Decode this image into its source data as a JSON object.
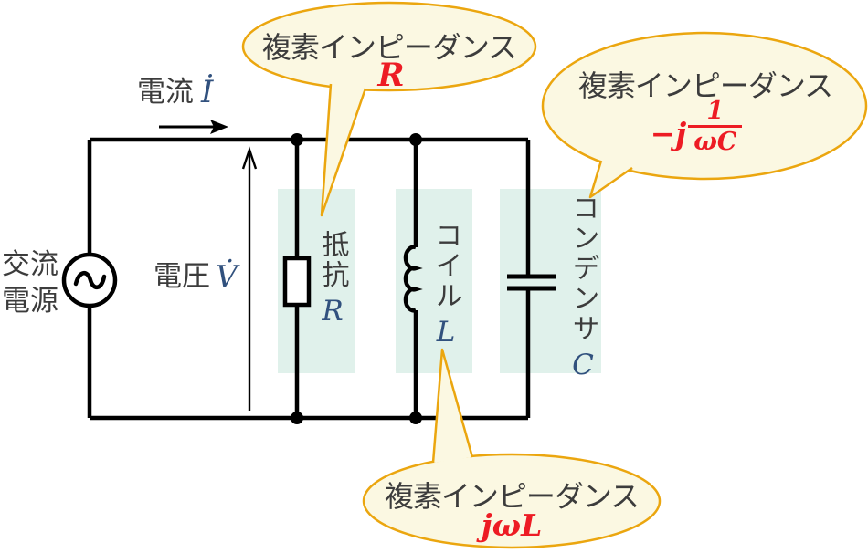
{
  "figure": {
    "type": "circuit-diagram",
    "description_visible_text_only": true
  },
  "source": {
    "line1": "交流",
    "line2": "電源"
  },
  "current": {
    "label": "電流",
    "symbol": "İ"
  },
  "voltage": {
    "label": "電圧",
    "symbol": "V̇"
  },
  "components": {
    "resistor": {
      "label": "抵抗",
      "symbol": "R"
    },
    "inductor": {
      "label": "コイル",
      "symbol": "L"
    },
    "capacitor": {
      "label": "コンデンサ",
      "symbol": "C"
    }
  },
  "callouts": {
    "resistor": {
      "title": "複素インピーダンス",
      "formula": "R"
    },
    "inductor": {
      "title": "複素インピーダンス",
      "formula": "jωL"
    },
    "capacitor": {
      "title": "複素インピーダンス",
      "prefix": "−j",
      "numerator": "1",
      "denominator": "ωC"
    }
  },
  "colors": {
    "bubble_border": "#eba60f",
    "bubble_fill": "#fbf8e2",
    "highlight_mint": "#e0f1eb",
    "formula_red": "#ed1c24",
    "text_dark": "#3c3c3c",
    "math_blue": "#31517e",
    "wire_black": "#000000"
  }
}
